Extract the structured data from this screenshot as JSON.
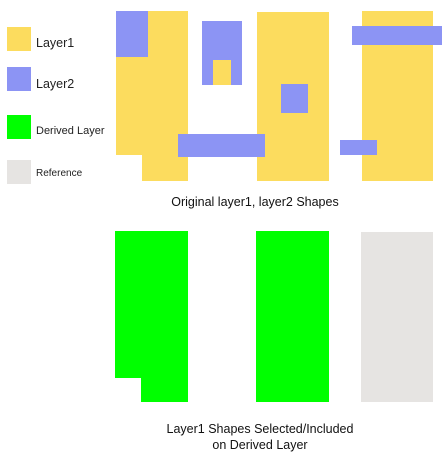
{
  "colors": {
    "layer1": "#FCDC5E",
    "layer2": "#8C94F4",
    "derived": "#00FF00",
    "reference": "#E6E4E2"
  },
  "legend": [
    {
      "label": "Layer1",
      "color": "layer1"
    },
    {
      "label": "Layer2",
      "color": "layer2"
    },
    {
      "label": "Derived Layer",
      "color": "derived"
    },
    {
      "label": "Reference",
      "color": "reference"
    }
  ],
  "captions": {
    "top": "Original layer1, layer2 Shapes",
    "bottom_line1": "Layer1 Shapes Selected/Included",
    "bottom_line2": "on Derived Layer"
  }
}
